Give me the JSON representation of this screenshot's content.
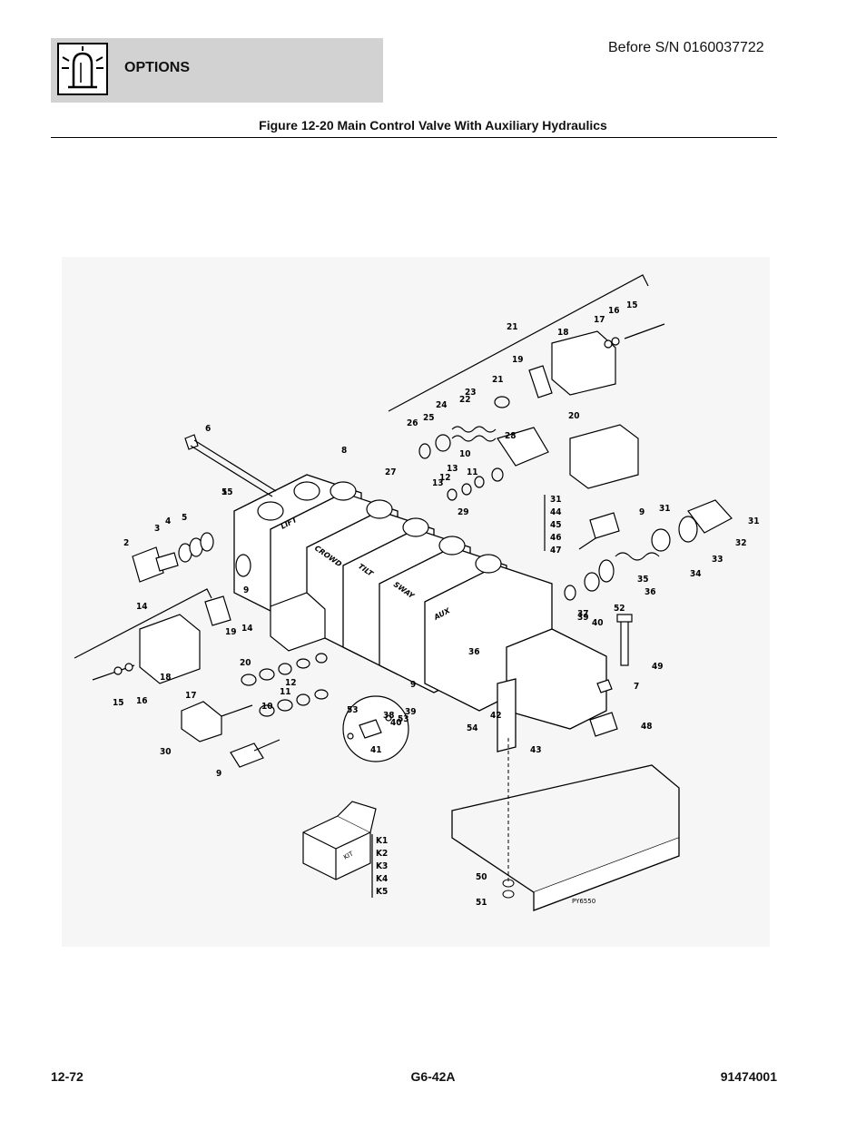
{
  "header": {
    "section_title": "OPTIONS",
    "serial_note": "Before S/N 0160037722",
    "icon": "warning-beacon-icon"
  },
  "figure": {
    "caption": "Figure 12-20 Main Control Valve With Auxiliary Hydraulics",
    "drawing_id": "PY6550",
    "section_labels": [
      "LIFT",
      "CROWD",
      "TILT",
      "SWAY",
      "AUX"
    ],
    "callouts": [
      "1",
      "2",
      "3",
      "4",
      "5",
      "6",
      "7",
      "8",
      "9",
      "9",
      "9",
      "9",
      "10",
      "10",
      "11",
      "11",
      "12",
      "12",
      "13",
      "13",
      "14",
      "14",
      "15",
      "15",
      "16",
      "16",
      "17",
      "17",
      "18",
      "18",
      "19",
      "19",
      "20",
      "20",
      "21",
      "21",
      "22",
      "23",
      "24",
      "25",
      "26",
      "27",
      "28",
      "29",
      "30",
      "31",
      "31",
      "32",
      "33",
      "34",
      "35",
      "36",
      "36",
      "37",
      "38",
      "39",
      "39",
      "40",
      "40",
      "41",
      "42",
      "43",
      "48",
      "49",
      "50",
      "51",
      "52",
      "53",
      "53",
      "54",
      "55"
    ],
    "stacked_callouts": [
      "31",
      "44",
      "45",
      "46",
      "47"
    ],
    "kit_label": "KIT",
    "kit_items": [
      "K1",
      "K2",
      "K3",
      "K4",
      "K5"
    ]
  },
  "footer": {
    "page_number": "12-72",
    "model": "G6-42A",
    "doc_number": "91474001"
  }
}
